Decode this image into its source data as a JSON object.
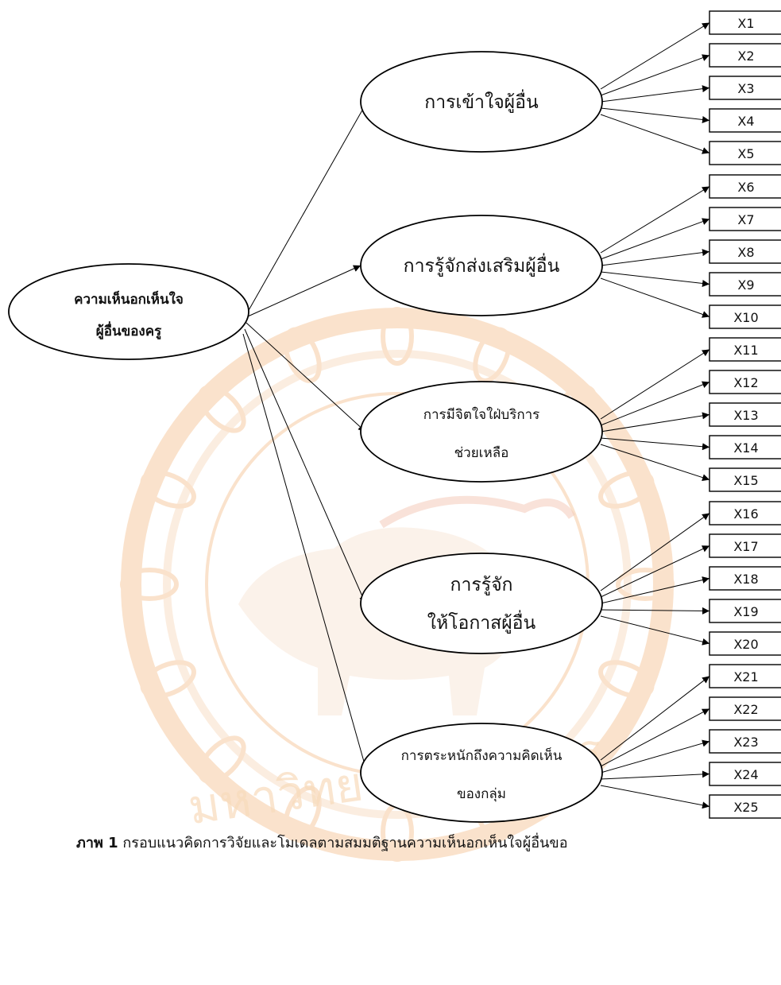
{
  "root": {
    "lines": [
      "ความเห็นอกเห็นใจ",
      "ผู้อื่นของครู"
    ]
  },
  "latents": [
    {
      "lines": [
        "การเข้าใจผู้อื่น"
      ],
      "indicators": [
        "X1",
        "X2",
        "X3",
        "X4",
        "X5"
      ]
    },
    {
      "lines": [
        "การรู้จักส่งเสริมผู้อื่น"
      ],
      "indicators": [
        "X6",
        "X7",
        "X8",
        "X9",
        "X10"
      ]
    },
    {
      "lines": [
        "การมีจิตใจใฝ่บริการ",
        "ช่วยเหลือ"
      ],
      "indicators": [
        "X11",
        "X12",
        "X13",
        "X14",
        "X15"
      ]
    },
    {
      "lines": [
        "การรู้จัก",
        "ให้โอกาสผู้อื่น"
      ],
      "indicators": [
        "X16",
        "X17",
        "X18",
        "X19",
        "X20"
      ]
    },
    {
      "lines": [
        "การตระหนักถึงความคิดเห็น",
        "ของกลุ่ม"
      ],
      "indicators": [
        "X21",
        "X22",
        "X23",
        "X24",
        "X25"
      ]
    }
  ],
  "caption": {
    "label": "ภาพ 1",
    "text": "กรอบแนวคิดการวิจัยและโมเดลตามสมมติฐานความเห็นอกเห็นใจผู้อื่นขอ"
  },
  "watermark": {
    "text": "มหาวิทยาลัยนเรศวร",
    "color": "#e8902e"
  }
}
